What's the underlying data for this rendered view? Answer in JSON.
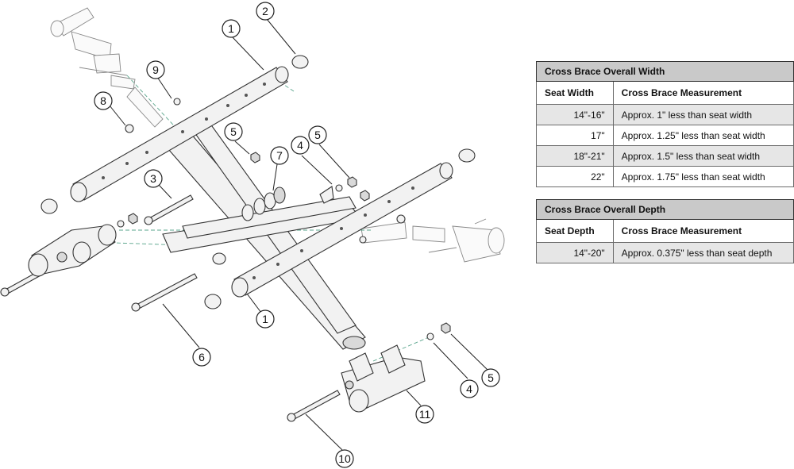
{
  "callouts": {
    "c1a": "1",
    "c1b": "1",
    "c2": "2",
    "c3": "3",
    "c4a": "4",
    "c4b": "4",
    "c5a": "5",
    "c5b": "5",
    "c5c": "5",
    "c6": "6",
    "c7": "7",
    "c8": "8",
    "c9": "9",
    "c10": "10",
    "c11": "11"
  },
  "width_table": {
    "title": "Cross Brace Overall Width",
    "col1": "Seat Width",
    "col2": "Cross Brace Measurement",
    "rows": [
      {
        "size": "14\"-16\"",
        "measure": "Approx. 1\" less than seat width"
      },
      {
        "size": "17\"",
        "measure": "Approx. 1.25\" less than seat width"
      },
      {
        "size": "18\"-21\"",
        "measure": "Approx. 1.5\" less than seat width"
      },
      {
        "size": "22\"",
        "measure": "Approx. 1.75\" less than seat width"
      }
    ]
  },
  "depth_table": {
    "title": "Cross Brace Overall Depth",
    "col1": "Seat Depth",
    "col2": "Cross Brace Measurement",
    "rows": [
      {
        "size": "14\"-20\"",
        "measure": "Approx. 0.375\" less than seat depth"
      }
    ]
  }
}
